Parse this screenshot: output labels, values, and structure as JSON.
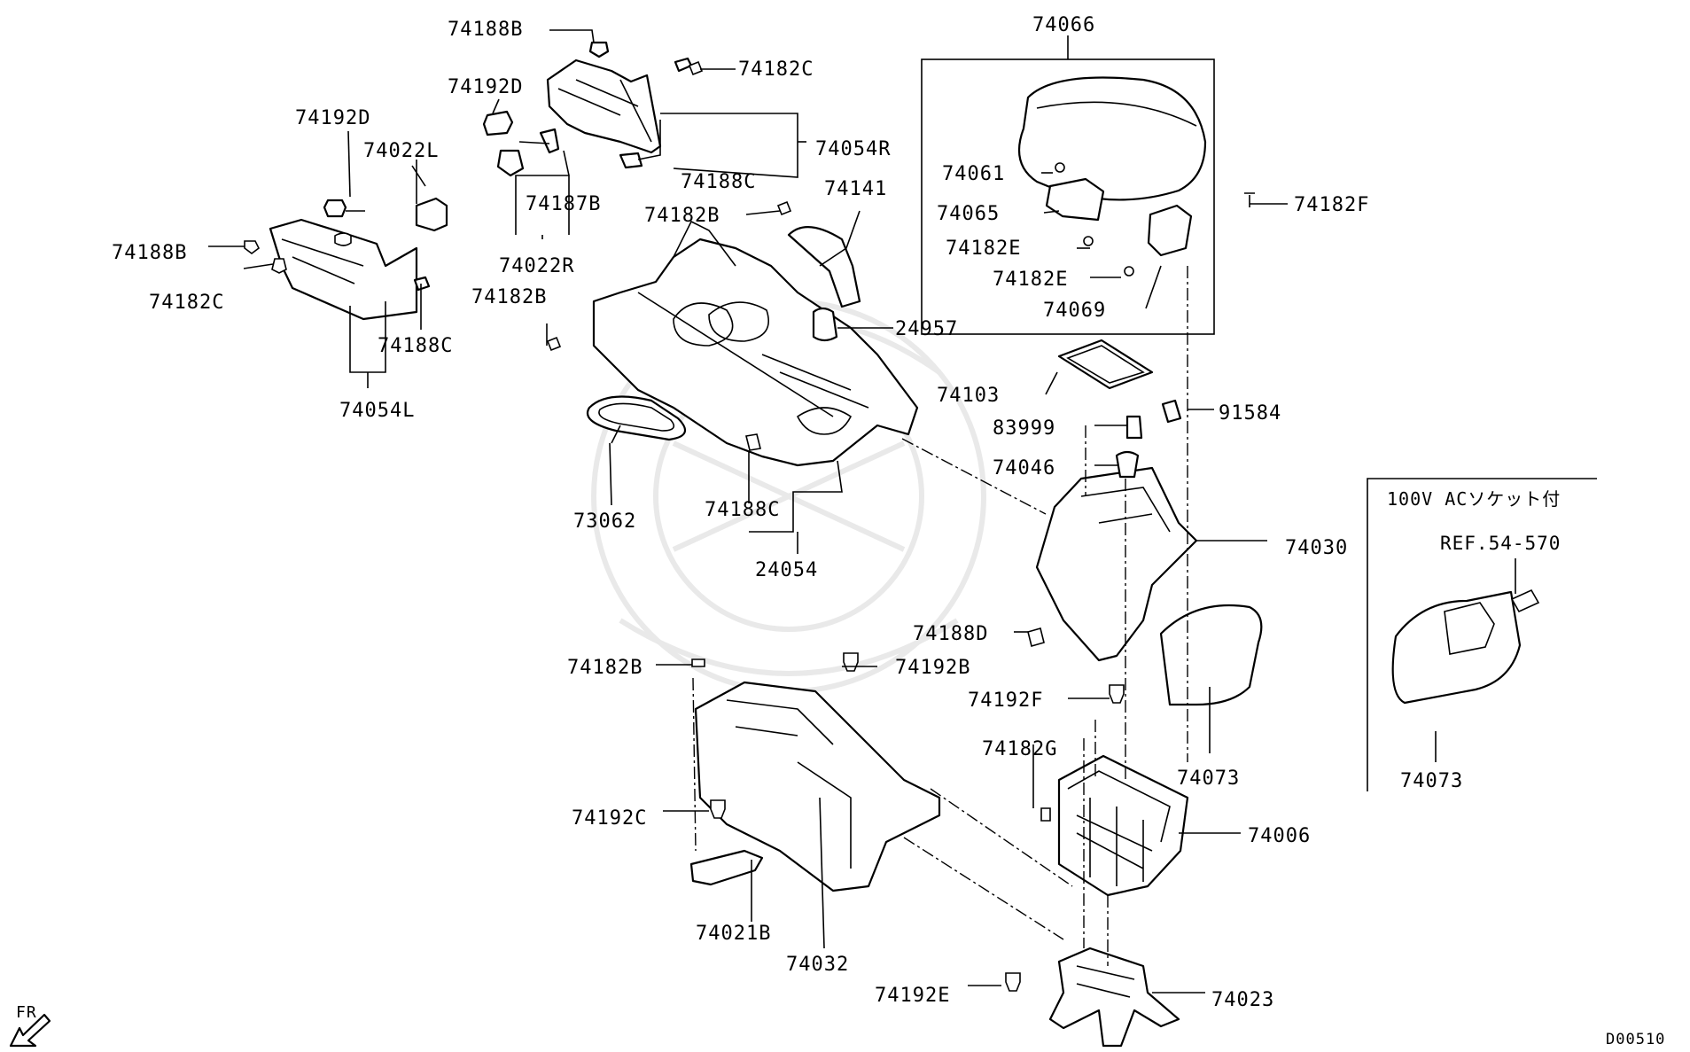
{
  "labels": {
    "p74188B_top": "74188B",
    "p74182C_top": "74182C",
    "p74192D_a": "74192D",
    "p74192D_b": "74192D",
    "p74022L": "74022L",
    "p74054R": "74054R",
    "p74188C_top": "74188C",
    "p74187B": "74187B",
    "p74022R": "74022R",
    "p74182B_mid": "74182B",
    "p74141": "74141",
    "p74188B_left": "74188B",
    "p74182C_left": "74182C",
    "p74188C_left": "74188C",
    "p74054L": "74054L",
    "p74182B_left": "74182B",
    "p24957": "24957",
    "p73062": "73062",
    "p74188C_mid": "74188C",
    "p24054": "24054",
    "p74066": "74066",
    "p74061": "74061",
    "p74065": "74065",
    "p74182E_a": "74182E",
    "p74182E_b": "74182E",
    "p74069": "74069",
    "p74182F": "74182F",
    "p74103": "74103",
    "p83999": "83999",
    "p91584": "91584",
    "p74046": "74046",
    "p74030": "74030",
    "p74188D": "74188D",
    "p74073": "74073",
    "p74192F": "74192F",
    "p74182G": "74182G",
    "p74006": "74006",
    "p74182B_low": "74182B",
    "p74192B": "74192B",
    "p74192C": "74192C",
    "p74021B": "74021B",
    "p74032": "74032",
    "p74192E": "74192E",
    "p74023": "74023",
    "fr": "FR",
    "code": "D00510"
  },
  "inset": {
    "title": "100V  ACソケット付",
    "ref": "REF.54-570",
    "part": "74073"
  }
}
